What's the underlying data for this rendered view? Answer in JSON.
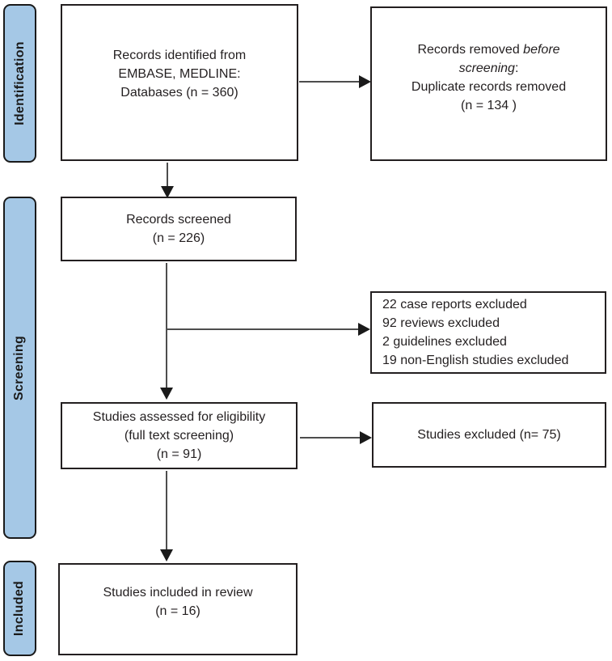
{
  "diagram": {
    "type": "prisma-flow",
    "colors": {
      "stage_fill": "#a5c8e6",
      "stage_border": "#1a1a1a",
      "box_border": "#231f20",
      "box_fill": "#ffffff",
      "arrow_line": "#4d4d4d",
      "arrow_head": "#1a1a1a",
      "text": "#231f20"
    },
    "stages": [
      {
        "label": "Identification"
      },
      {
        "label": "Screening"
      },
      {
        "label": "Included"
      }
    ],
    "boxes": {
      "identified": {
        "line1": "Records identified from",
        "line2": "EMBASE, MEDLINE:",
        "line3": "Databases (n = 360)"
      },
      "removed": {
        "pre": "Records removed ",
        "italic1": "before",
        "italic2": "screening",
        "colon": ":",
        "line3": "Duplicate records removed",
        "line4": "(n = 134 )"
      },
      "screened": {
        "line1": "Records screened",
        "line2": "(n = 226)"
      },
      "exclusion_reasons": {
        "lines": [
          "22 case reports excluded",
          "92 reviews excluded",
          "2 guidelines excluded",
          "19 non-English studies excluded"
        ]
      },
      "assessed": {
        "line1": "Studies assessed for eligibility",
        "line2": "(full text screening)",
        "line3": "(n = 91)"
      },
      "excluded": {
        "line1": "Studies excluded (n= 75)"
      },
      "included": {
        "line1": "Studies included in review",
        "line2": "(n = 16)"
      }
    }
  }
}
